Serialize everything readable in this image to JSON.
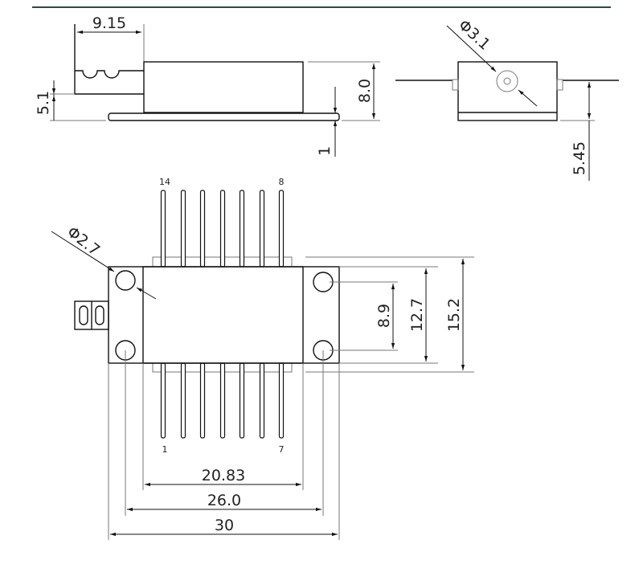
{
  "colors": {
    "rule": "#2a4a4a",
    "line": "#111111"
  },
  "side_view": {
    "connector_width": "9.15",
    "pigtail_height": "5.1",
    "body_height": "8.0",
    "base_thickness": "1"
  },
  "end_view": {
    "fiber_diameter": "Φ3.1",
    "lead_height": "5.45"
  },
  "top_view": {
    "mount_hole_diameter": "Φ2.7",
    "pin_labels": {
      "top_left": "14",
      "top_right": "8",
      "bottom_left": "1",
      "bottom_right": "7"
    },
    "hole_pitch_vertical": "8.9",
    "body_width": "12.7",
    "overall_width": "15.2",
    "body_length": "20.83",
    "hole_pitch_horizontal": "26.0",
    "overall_length": "30"
  }
}
